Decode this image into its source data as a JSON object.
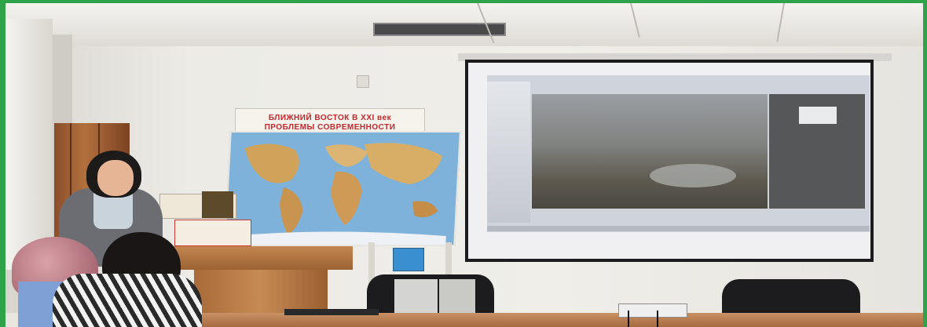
{
  "photo": {
    "description_kind": "classroom-presentation",
    "colors": {
      "border": "#2fa34a",
      "wall": "#ebe8e2",
      "ceiling": "#e4e2dd",
      "screen": "#f1f1f3",
      "projection_dark": "#6b6c6e",
      "map_ocean": "#7fb2da",
      "map_land": "#d1a35a",
      "desk_wood": "#b07a45",
      "chair": "#1c1c1e"
    }
  },
  "map_banner": {
    "line1": "БЛИЖНИЙ ВОСТОК В XXI век",
    "line2": "ПРОБЛЕМЫ СОВРЕМЕННОСТИ"
  }
}
